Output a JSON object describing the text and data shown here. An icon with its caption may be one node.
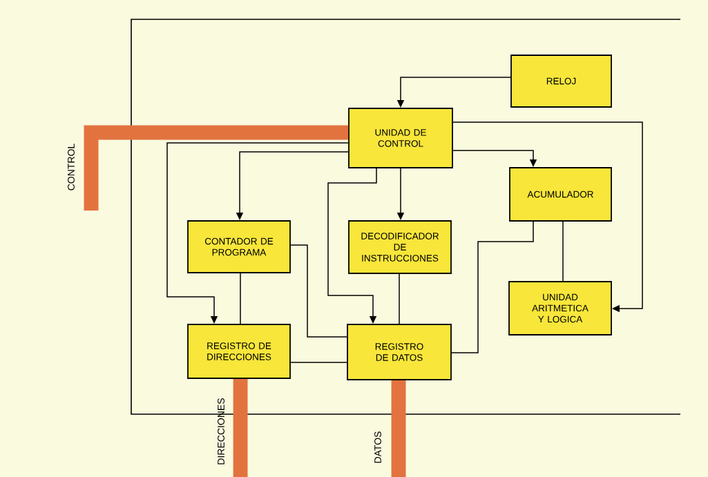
{
  "diagram": {
    "nodes": [
      {
        "text": [
          "RELOJ"
        ]
      },
      {
        "text": [
          "UNIDAD DE CONTROL"
        ]
      },
      {
        "text": [
          "ACUMULADOR"
        ]
      },
      {
        "text": [
          "CONTADOR DE PROGRAMA"
        ]
      },
      {
        "text": [
          "DECODIFICADOR DE INSTRUCCIONES"
        ]
      },
      {
        "text": [
          "UNIDAD ARITMETICA Y LOGICA"
        ]
      },
      {
        "text": [
          "REGISTRO DE DIRECCIONES"
        ]
      },
      {
        "text": [
          "REGISTRO DE DATOS"
        ]
      }
    ],
    "edges": [
      {
        "from": 0,
        "to": 1,
        "arrow": "to"
      },
      {
        "from": 1,
        "to": 3,
        "arrow": "to"
      },
      {
        "from": 1,
        "to": 4,
        "arrow": "to"
      },
      {
        "from": 1,
        "to": 2,
        "arrow": "to"
      },
      {
        "from": 1,
        "to": 5,
        "arrow": "to"
      },
      {
        "from": 1,
        "to": 6,
        "arrow": "to"
      },
      {
        "from": 1,
        "to": 7,
        "arrow": "to"
      },
      {
        "from": 3,
        "to": 6,
        "arrow": "none"
      },
      {
        "from": 3,
        "to": 7,
        "arrow": "none"
      },
      {
        "from": 6,
        "to": 7,
        "arrow": "none"
      },
      {
        "from": 4,
        "to": 7,
        "arrow": "none"
      },
      {
        "from": 2,
        "to": 7,
        "arrow": "none"
      },
      {
        "from": 2,
        "to": 5,
        "arrow": "none"
      },
      {
        "from": 1,
        "to": null,
        "arrow": "none",
        "style": "thick",
        "color": "#e2733f"
      },
      {
        "from": 6,
        "to": null,
        "arrow": "none",
        "style": "thick",
        "color": "#e2733f"
      },
      {
        "from": 7,
        "to": null,
        "arrow": "none",
        "style": "thick",
        "color": "#e2733f"
      }
    ],
    "labels": [
      "CONTROL",
      "DIRECCIONES",
      "DATOS"
    ]
  }
}
